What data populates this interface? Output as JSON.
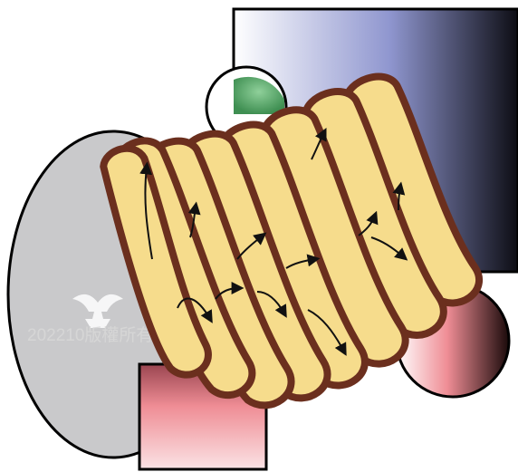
{
  "watermark": {
    "text": "202210版權所有",
    "icon": "eagle-emblem"
  },
  "colors": {
    "background": "#ffffff",
    "ellipse_fill": "#c9c9cb",
    "green_circle": "#5fae6d",
    "gradient_light": "#ffffff",
    "gradient_mid": "#8f96cf",
    "gradient_dark": "#0d0d14",
    "pink": "#ef8d95",
    "membrane": "#6b2f1e",
    "lumen": "#f6dc8c",
    "arrow": "#111111"
  },
  "cisternae_count": 8
}
